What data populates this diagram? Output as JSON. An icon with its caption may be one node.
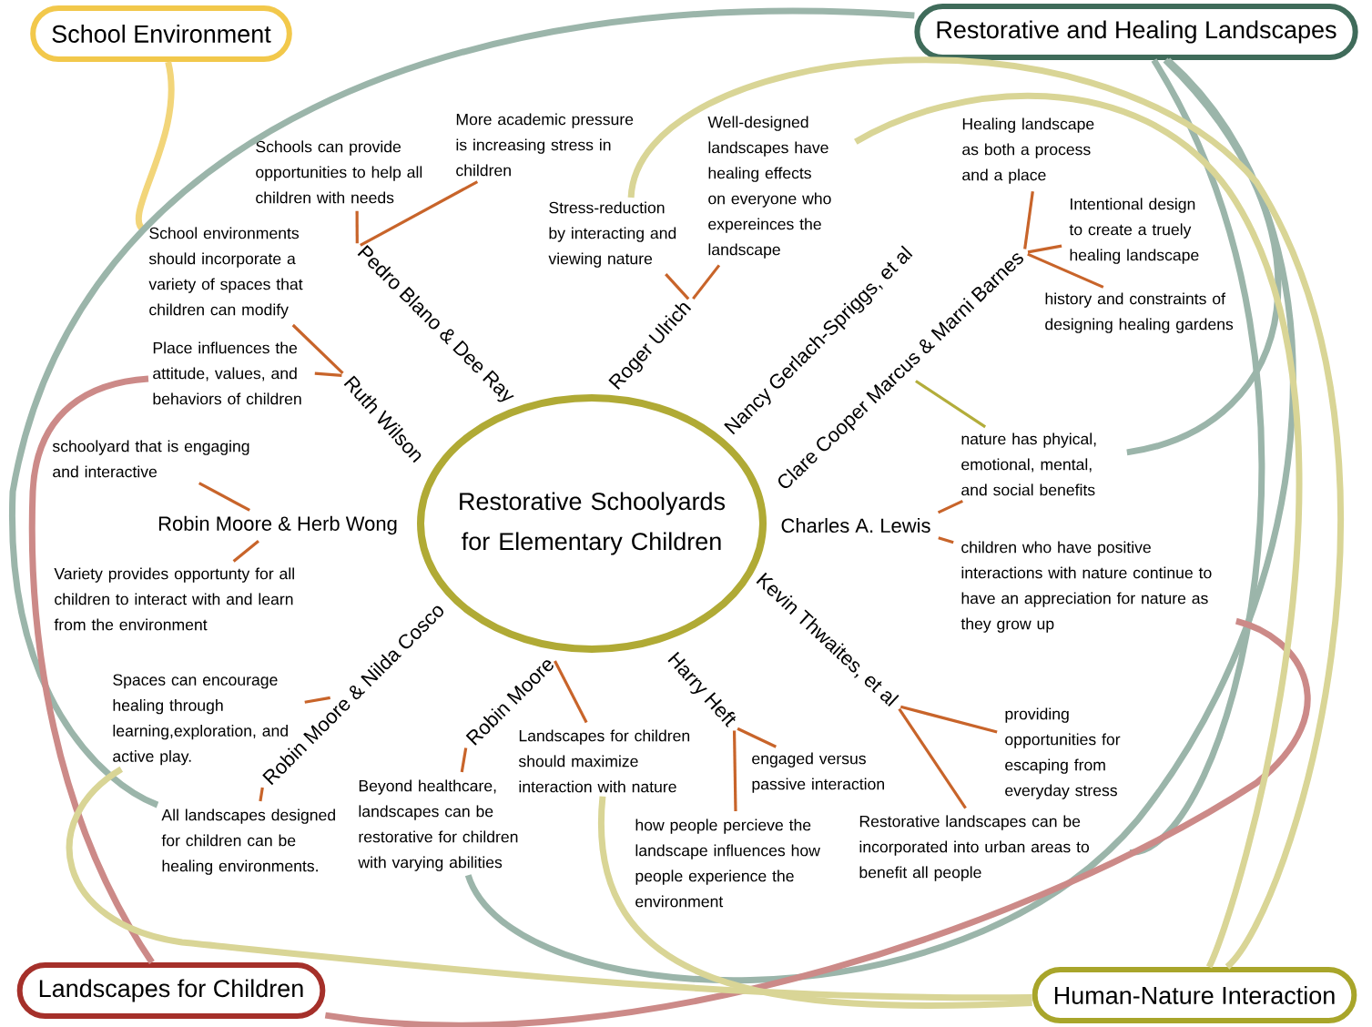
{
  "diagram": {
    "nodes": [
      {
        "text": [
          "Restorative Schoolyards for Elementary Children"
        ]
      },
      {
        "text": [
          "School Environment"
        ]
      },
      {
        "text": [
          "Restorative and Healing Landscapes"
        ]
      },
      {
        "text": [
          "Landscapes for Children"
        ]
      },
      {
        "text": [
          "Human-Nature Interaction"
        ]
      },
      {
        "text": [
          "Pedro Blano & Dee Ray"
        ]
      },
      {
        "text": [
          "Roger Ulrich"
        ]
      },
      {
        "text": [
          "Clare Cooper Marcus & Marni Barnes"
        ]
      },
      {
        "text": [
          "Charles A. Lewis"
        ]
      },
      {
        "text": [
          "Kevin Thwaites, et al"
        ]
      },
      {
        "text": [
          "Harry Heft"
        ]
      },
      {
        "text": [
          "Robin Moore"
        ]
      },
      {
        "text": [
          "Robin Moore & Nilda Cosco"
        ]
      },
      {
        "text": [
          "Robin Moore & Herb Wong"
        ]
      },
      {
        "text": [
          "Ruth Wilson"
        ]
      },
      {
        "text": [
          "Schools can provide opportunities to help all children with needs"
        ]
      },
      {
        "text": [
          "More academic pressure is increasing stress in children"
        ]
      },
      {
        "text": [
          "Stress-reduction by interacting and viewing nature"
        ]
      },
      {
        "text": [
          "Well-designed landscapes have healing effects on everyone who expereinces the landscape"
        ]
      },
      {
        "text": [
          "Healing landscape as both a process and a place"
        ]
      },
      {
        "text": [
          "Intentional design to create a truely healing landscape"
        ]
      },
      {
        "text": [
          "history and constraints of designing healing gardens"
        ]
      },
      {
        "text": [
          "nature has phyical, emotional, mental, and social benefits"
        ]
      },
      {
        "text": [
          "children who have positive interactions with nature continue to have an appreciation for nature as they grow up"
        ]
      },
      {
        "text": [
          "providing opportunities for escaping from everyday stress"
        ]
      },
      {
        "text": [
          "Restorative landscapes can be incorporated into urban areas to benefit all people"
        ]
      },
      {
        "text": [
          "engaged versus passive interaction"
        ]
      },
      {
        "text": [
          "how people percieve the landscape influences how people experience the environment"
        ]
      },
      {
        "text": [
          "Landscapes for children should maximize interaction with nature"
        ]
      },
      {
        "text": [
          "Beyond healthcare, landscapes can be restorative for children with varying abilities"
        ]
      },
      {
        "text": [
          "Spaces can encourage healing through learning,exploration, and active play."
        ]
      },
      {
        "text": [
          "All landscapes designed for children can be healing environments."
        ]
      },
      {
        "text": [
          "schoolyard that is engaging and interactive"
        ]
      },
      {
        "text": [
          "Variety provides opportunty for all children to interact with and learn from the environment"
        ]
      },
      {
        "text": [
          "School environments should incorporate a variety of spaces that children can modify"
        ]
      },
      {
        "text": [
          "Place influences the attitude, values, and behaviors of children"
        ]
      }
    ],
    "edges": [
      {
        "from": 5,
        "to": 15,
        "arrow": "none"
      },
      {
        "from": 5,
        "to": 16,
        "arrow": "none"
      },
      {
        "from": 6,
        "to": 17,
        "arrow": "none"
      },
      {
        "from": 6,
        "to": 18,
        "arrow": "none"
      },
      {
        "from": 7,
        "to": 19,
        "arrow": "none"
      },
      {
        "from": 7,
        "to": 20,
        "arrow": "none"
      },
      {
        "from": 7,
        "to": 21,
        "arrow": "none"
      },
      {
        "from": 7,
        "to": 22,
        "arrow": "none",
        "color": "#b3ad3a"
      },
      {
        "from": 8,
        "to": 22,
        "arrow": "none"
      },
      {
        "from": 8,
        "to": 23,
        "arrow": "none"
      },
      {
        "from": 9,
        "to": 24,
        "arrow": "none"
      },
      {
        "from": 9,
        "to": 25,
        "arrow": "none"
      },
      {
        "from": 10,
        "to": 26,
        "arrow": "none"
      },
      {
        "from": 10,
        "to": 27,
        "arrow": "none"
      },
      {
        "from": 11,
        "to": 28,
        "arrow": "none"
      },
      {
        "from": 11,
        "to": 29,
        "arrow": "none"
      },
      {
        "from": 12,
        "to": 30,
        "arrow": "none"
      },
      {
        "from": 12,
        "to": 31,
        "arrow": "none"
      },
      {
        "from": 13,
        "to": 32,
        "arrow": "none"
      },
      {
        "from": 13,
        "to": 33,
        "arrow": "none"
      },
      {
        "from": 14,
        "to": 34,
        "arrow": "none"
      },
      {
        "from": 14,
        "to": 35,
        "arrow": "none"
      },
      {
        "from": 1,
        "to": 34,
        "arrow": "none",
        "style": "thick",
        "color": "#f2d57a"
      },
      {
        "from": 2,
        "to": 31,
        "arrow": "none",
        "style": "thick",
        "color": "#9bb5aa"
      },
      {
        "from": 2,
        "to": 22,
        "arrow": "none",
        "style": "thick",
        "color": "#9bb5aa"
      },
      {
        "from": 2,
        "to": 25,
        "arrow": "none",
        "style": "thick",
        "color": "#9bb5aa"
      },
      {
        "from": 2,
        "to": 29,
        "arrow": "none",
        "style": "thick",
        "color": "#9bb5aa"
      },
      {
        "from": 3,
        "to": 35,
        "arrow": "none",
        "style": "thick",
        "color": "#cc8a88"
      },
      {
        "from": 3,
        "to": 23,
        "arrow": "none",
        "style": "thick",
        "color": "#cc8a88"
      },
      {
        "from": 4,
        "to": 30,
        "arrow": "none",
        "style": "thick",
        "color": "#d9d596"
      },
      {
        "from": 4,
        "to": 28,
        "arrow": "none",
        "style": "thick",
        "color": "#d9d596"
      },
      {
        "from": 4,
        "to": 17,
        "arrow": "none",
        "style": "thick",
        "color": "#d9d596"
      },
      {
        "from": 4,
        "to": 18,
        "arrow": "none",
        "style": "thick",
        "color": "#d9d596"
      }
    ],
    "labels": [
      "Nancy Gerlach-Spriggs, et al"
    ]
  }
}
